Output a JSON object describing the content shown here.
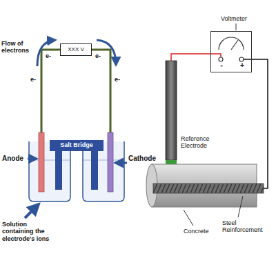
{
  "diagram": {
    "nodes": [
      {
        "text": [
          "XXX V"
        ]
      },
      {
        "text": [
          "Salt Bridge"
        ]
      },
      {
        "text": [
          "-",
          "+"
        ]
      }
    ],
    "labels": [
      "Flow of electrons",
      "e-",
      "e-",
      "e-",
      "e-",
      "Anode",
      "Cathode",
      "Solution containing the electrode's ions",
      "Voltmeter",
      "Reference Electrode",
      "Concrete",
      "Steel Reinforcement"
    ]
  }
}
